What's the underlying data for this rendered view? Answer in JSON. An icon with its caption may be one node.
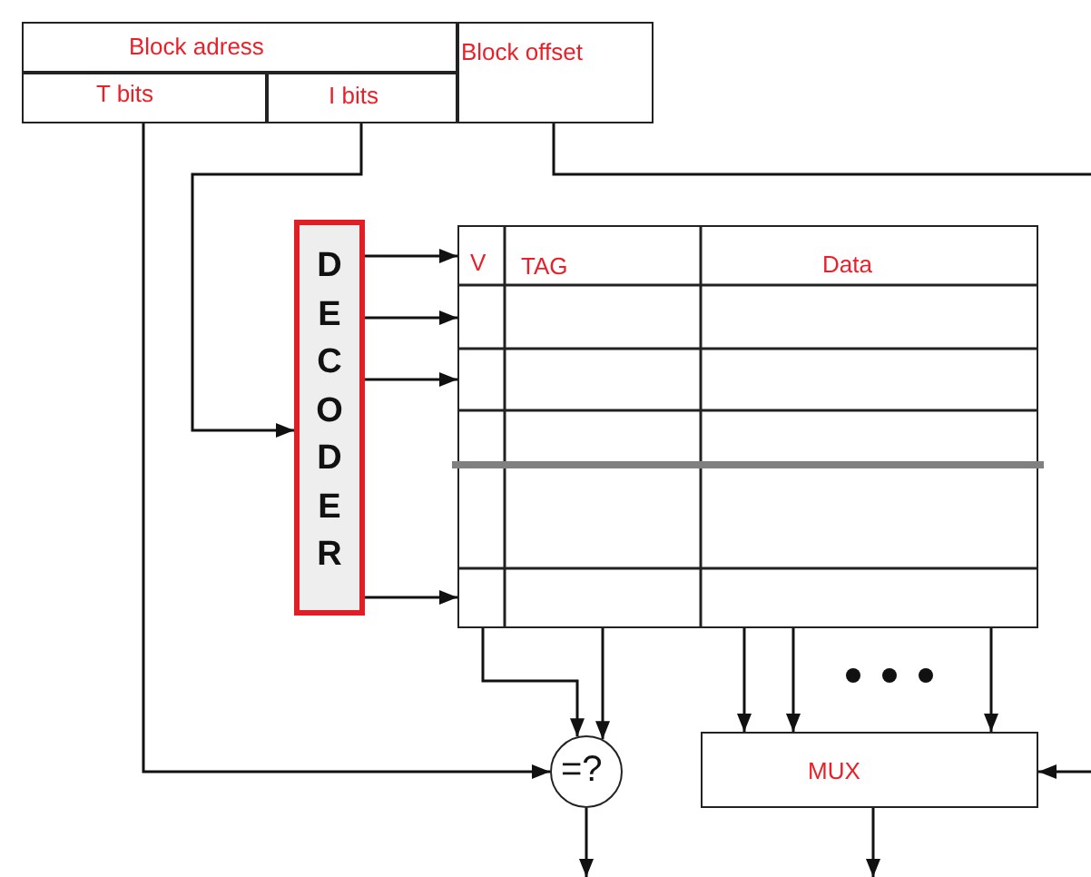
{
  "diagram": {
    "nodes": [
      {
        "text": [
          "Block adress"
        ]
      },
      {
        "text": [
          "T bits"
        ]
      },
      {
        "text": [
          "I bits"
        ]
      },
      {
        "text": [
          "Block offset"
        ]
      },
      {
        "text": [
          "DECODER"
        ]
      },
      {
        "text": [
          "V",
          "TAG",
          "Data"
        ]
      },
      {
        "text": [
          "=?"
        ]
      },
      {
        "text": [
          "MUX"
        ]
      }
    ],
    "edges": [
      {
        "from": 1,
        "to": 6,
        "arrow": "to"
      },
      {
        "from": 2,
        "to": 4,
        "arrow": "to"
      },
      {
        "from": 3,
        "to": null,
        "arrow": "none"
      },
      {
        "from": null,
        "to": 7,
        "arrow": "to"
      },
      {
        "from": 4,
        "to": 5,
        "arrow": "to"
      },
      {
        "from": 4,
        "to": 5,
        "arrow": "to"
      },
      {
        "from": 4,
        "to": 5,
        "arrow": "to"
      },
      {
        "from": 4,
        "to": 5,
        "arrow": "to"
      },
      {
        "from": 5,
        "to": 6,
        "arrow": "to"
      },
      {
        "from": 5,
        "to": 6,
        "arrow": "to"
      },
      {
        "from": 5,
        "to": 7,
        "arrow": "to"
      },
      {
        "from": 5,
        "to": 7,
        "arrow": "to"
      },
      {
        "from": 5,
        "to": 7,
        "arrow": "to"
      },
      {
        "from": 6,
        "to": null,
        "arrow": "to"
      },
      {
        "from": 7,
        "to": null,
        "arrow": "to"
      }
    ]
  }
}
